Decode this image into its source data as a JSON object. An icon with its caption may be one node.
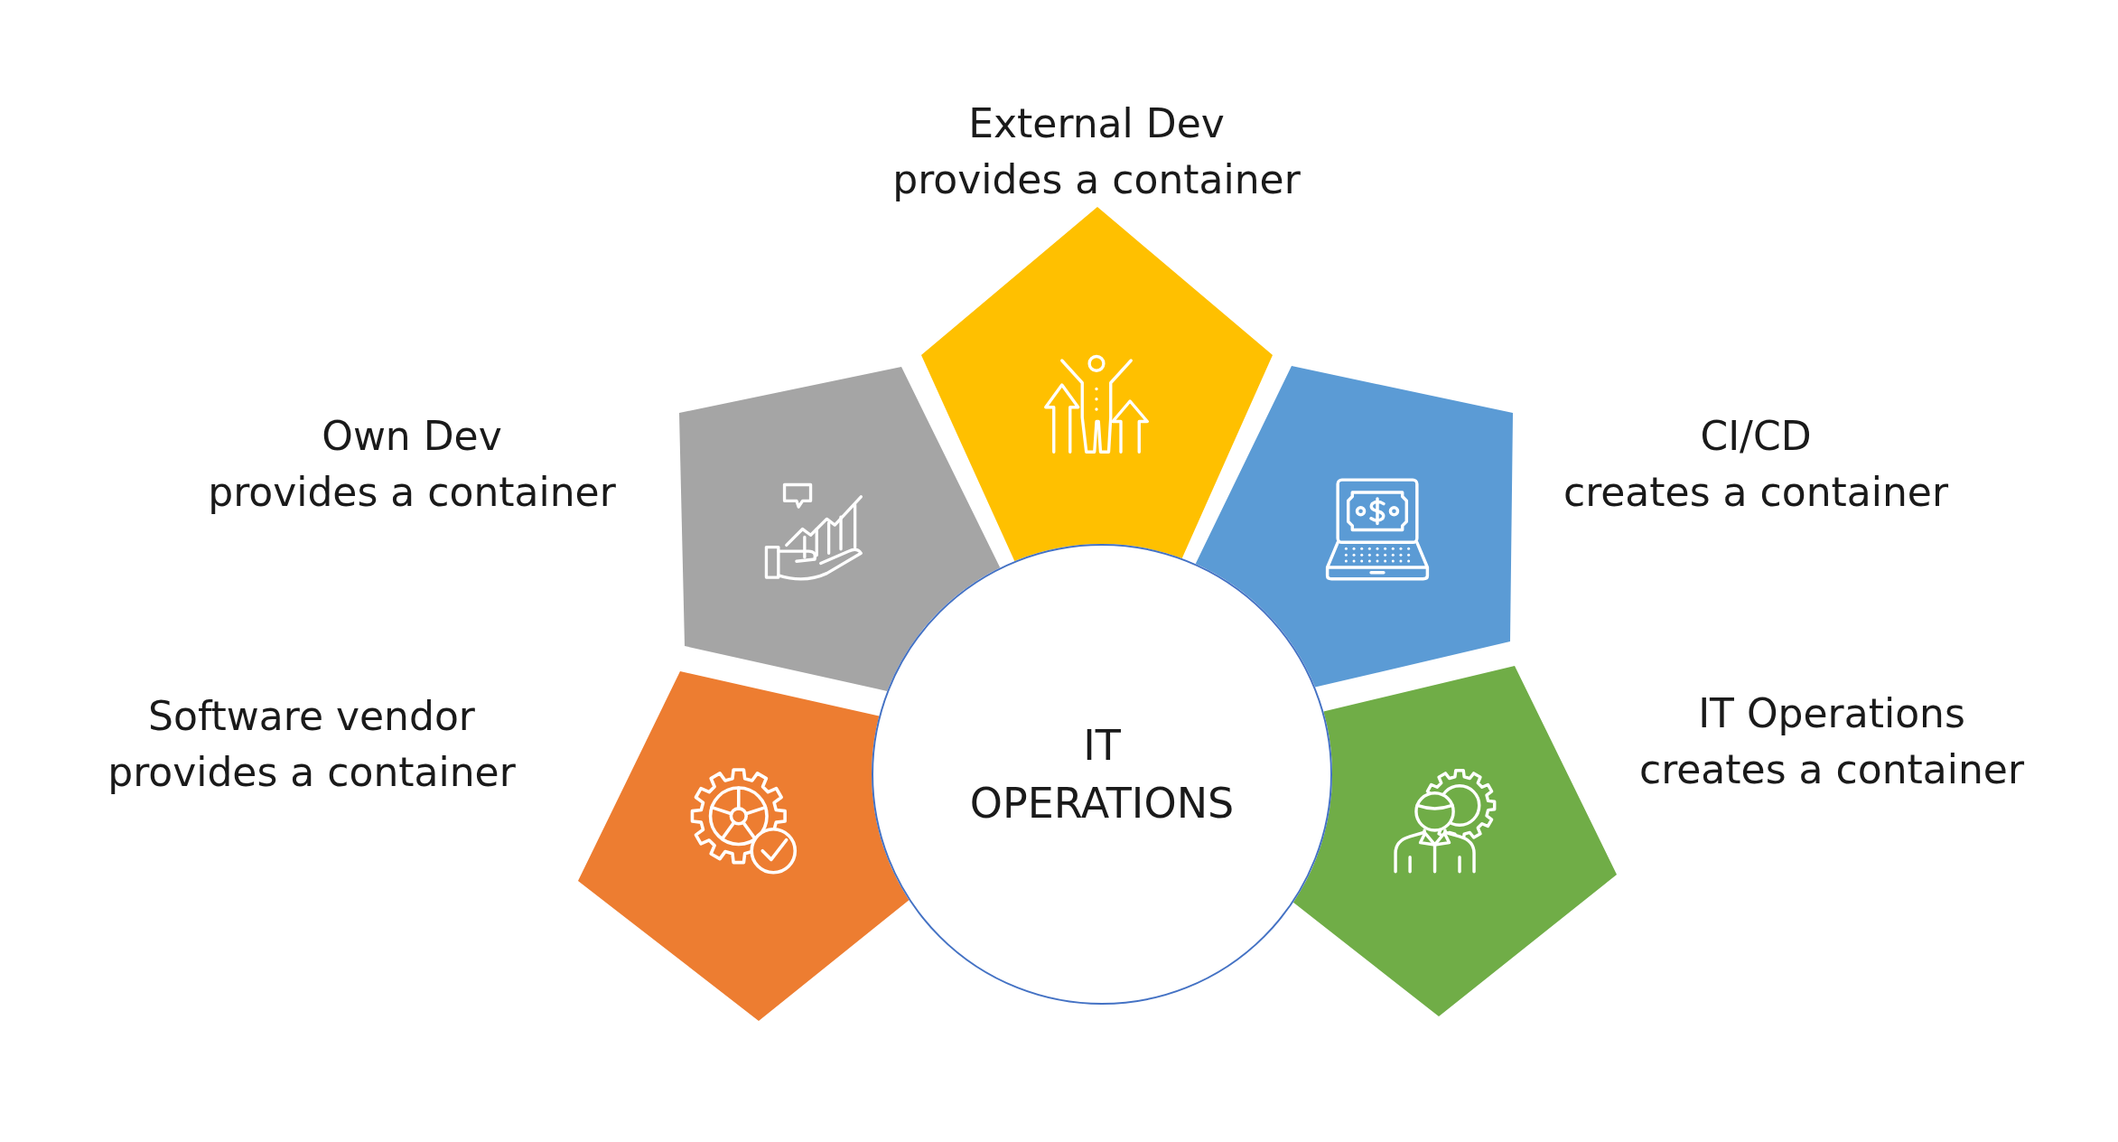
{
  "diagram": {
    "nodes": [
      {
        "text": [
          "External Dev",
          "provides a container"
        ]
      },
      {
        "text": [
          "Own Dev",
          "provides a container"
        ]
      },
      {
        "text": [
          "CI/CD",
          "creates a container"
        ]
      },
      {
        "text": [
          "Software vendor",
          "provides a container"
        ]
      },
      {
        "text": [
          "IT OPERATIONS"
        ]
      },
      {
        "text": [
          "IT Operations",
          "creates a container"
        ]
      }
    ]
  }
}
